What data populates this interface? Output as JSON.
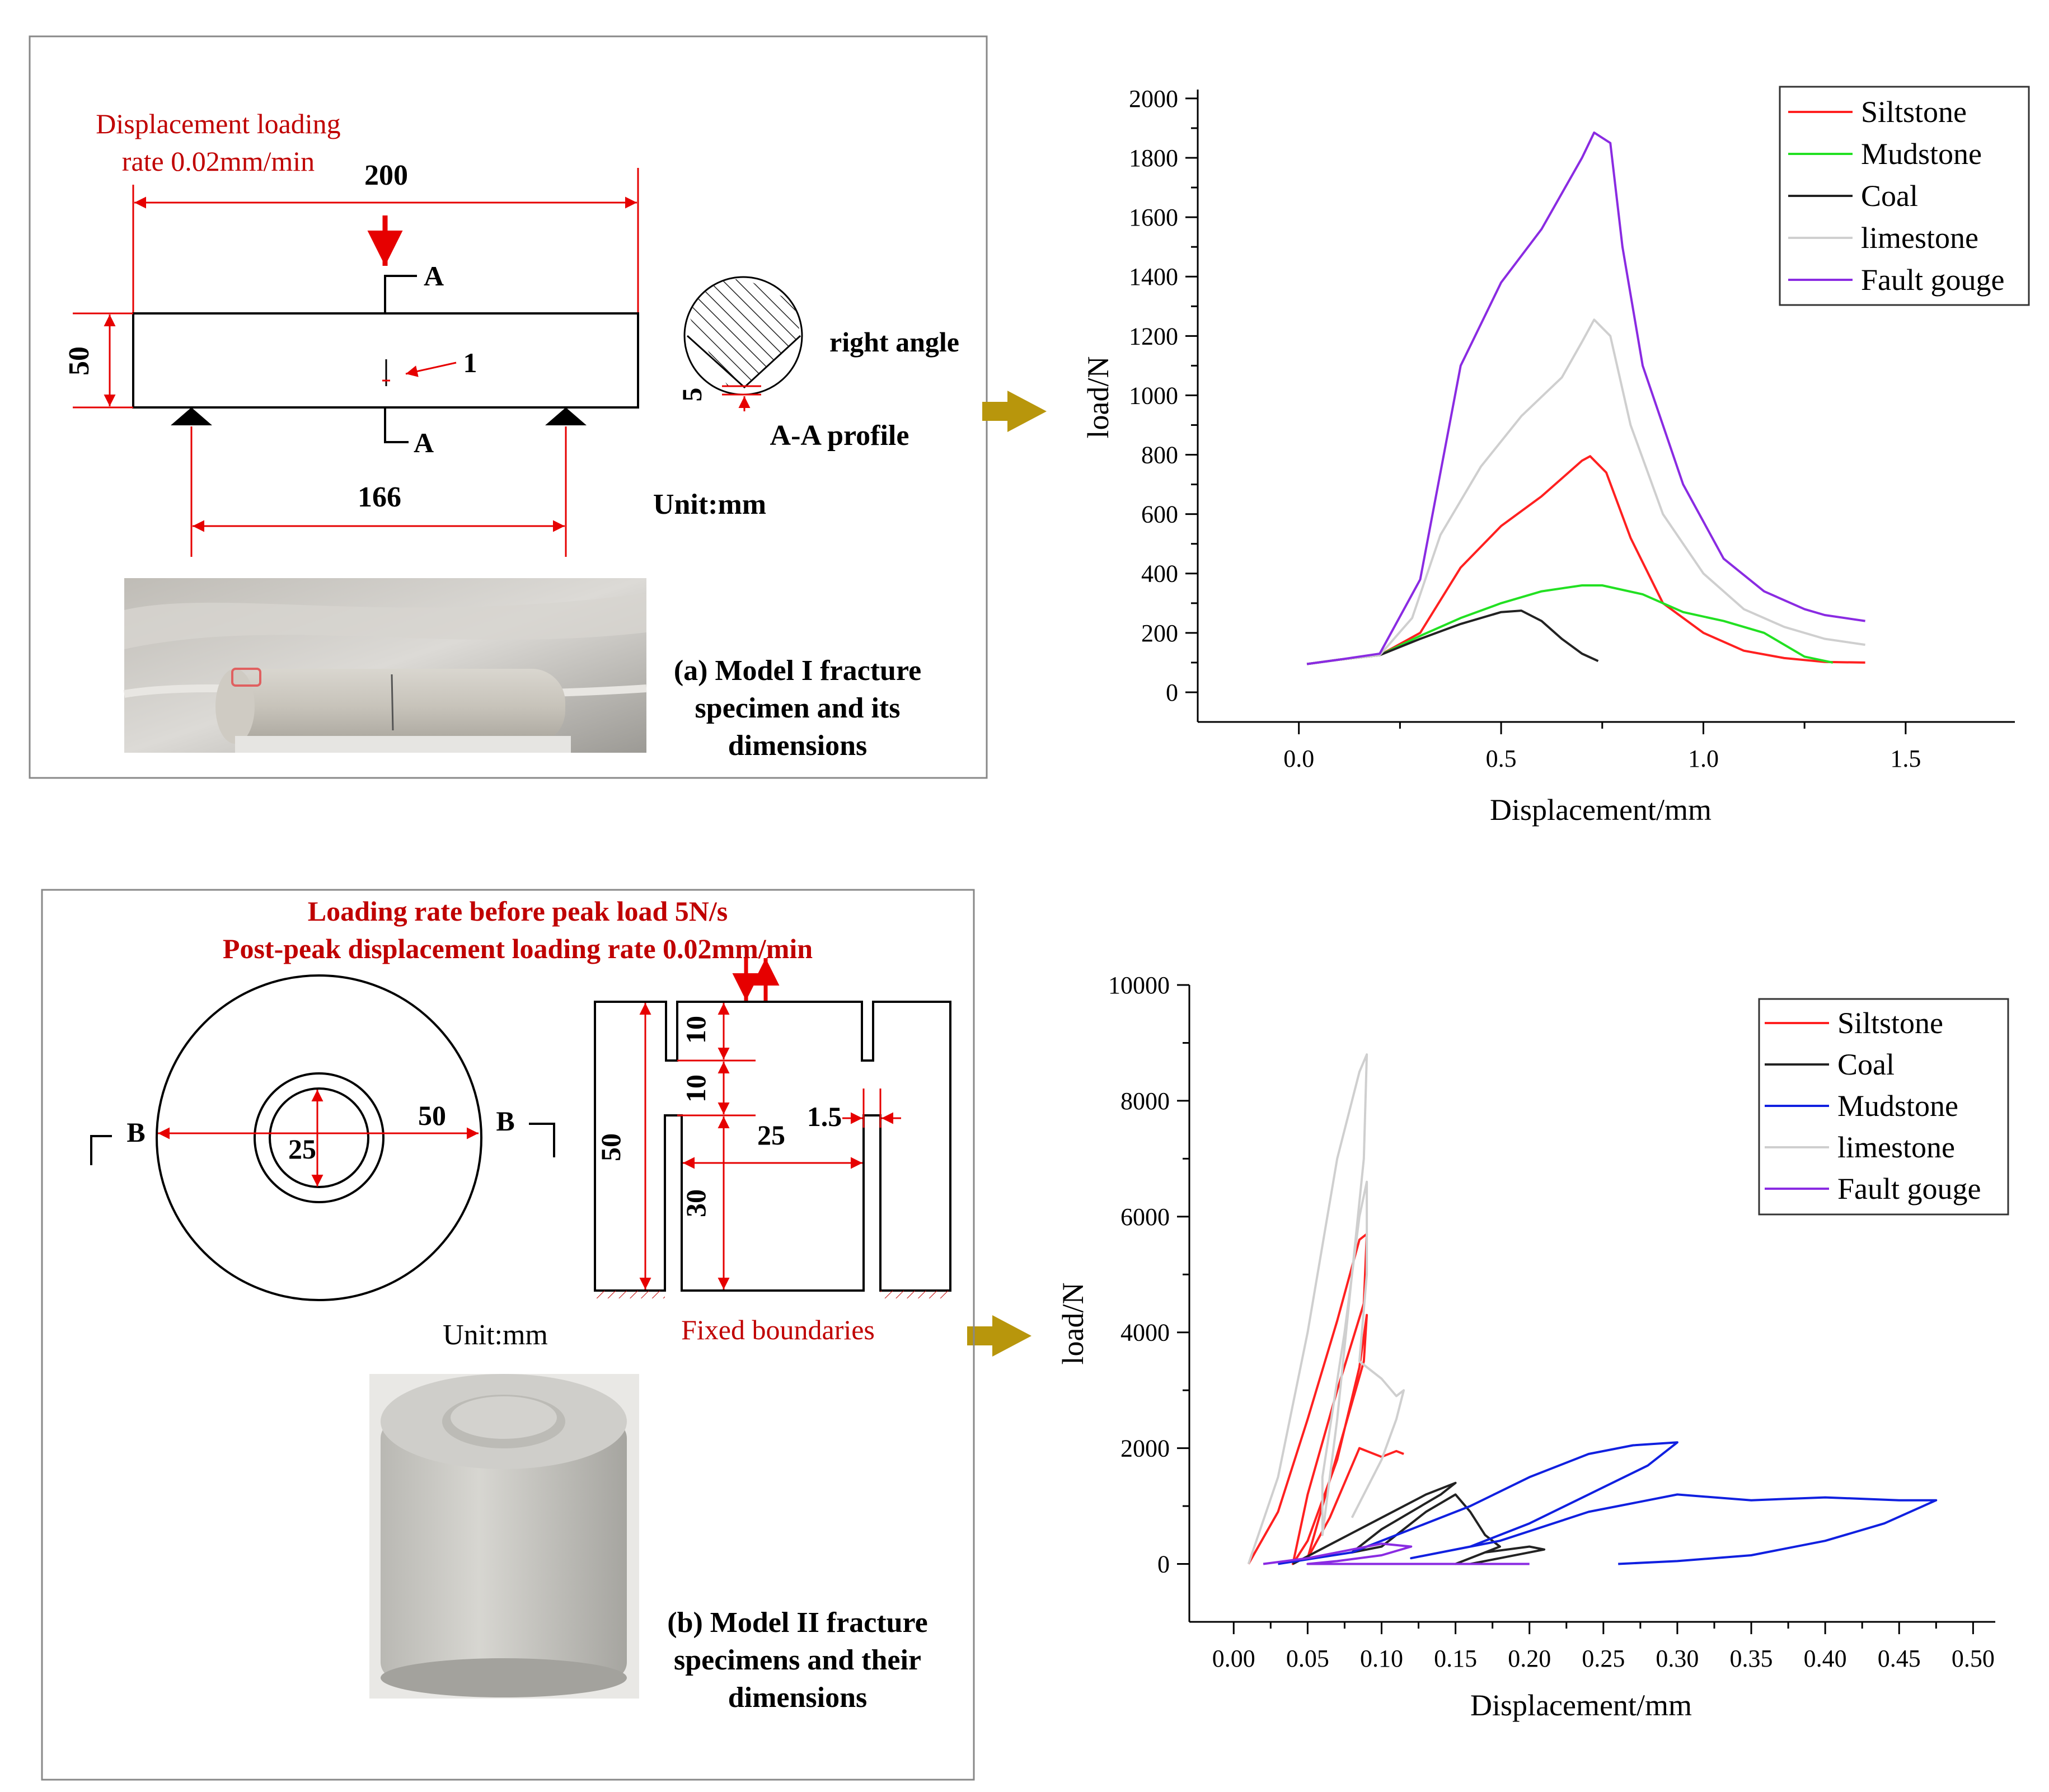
{
  "colors": {
    "dimension_red": "#e60000",
    "caption_red": "#c00000",
    "arrow_gold": "#b8960c",
    "siltstone": "#ff2020",
    "mudstone_a": "#22e022",
    "coal": "#222222",
    "limestone": "#cfcfcf",
    "fault_gouge": "#8a2be2",
    "mudstone_b": "#1020e0"
  },
  "panel_a": {
    "loading_label_line1": "Displacement loading",
    "loading_label_line2": "rate 0.02mm/min",
    "dim_length": "200",
    "dim_height": "50",
    "dim_span": "166",
    "notch_label": "1",
    "section_mark_top": "A",
    "section_mark_bottom": "A",
    "profile_right_angle": "right angle",
    "profile_notch_depth": "5",
    "profile_label": "A-A profile",
    "unit": "Unit:mm",
    "caption_line1": "(a) Model I fracture",
    "caption_line2": "specimen and its",
    "caption_line3": "dimensions",
    "photo_icon": "beam-specimen-photo"
  },
  "panel_b": {
    "loading_line1": "Loading rate before peak load 5N/s",
    "loading_line2": "Post-peak displacement loading rate 0.02mm/min",
    "section_mark_left": "B",
    "section_mark_right": "B",
    "dim_outer": "50",
    "dim_inner": "25",
    "dim_height": "50",
    "dim_top_notch": "10",
    "dim_ligament": "10",
    "dim_lower": "30",
    "dim_core": "25",
    "dim_gap": "1.5",
    "unit": "Unit:mm",
    "fixed_label": "Fixed boundaries",
    "caption_line1": "(b) Model II fracture",
    "caption_line2": "specimens and their",
    "caption_line3": "dimensions",
    "photo_icon": "cylinder-specimen-photo"
  },
  "chart_data": [
    {
      "type": "line",
      "xlabel": "Displacement/mm",
      "ylabel": "load/N",
      "xlim": [
        -0.25,
        1.77
      ],
      "ylim": [
        -100,
        2030
      ],
      "xticks": [
        "0.0",
        "0.5",
        "1.0",
        "1.5"
      ],
      "xtick_values": [
        0,
        0.5,
        1.0,
        1.5
      ],
      "yticks": [
        "0",
        "200",
        "400",
        "600",
        "800",
        "1000",
        "1200",
        "1400",
        "1600",
        "1800",
        "2000"
      ],
      "ytick_values": [
        0,
        200,
        400,
        600,
        800,
        1000,
        1200,
        1400,
        1600,
        1800,
        2000
      ],
      "grid": false,
      "legend_position": "top-right",
      "series": [
        {
          "name": "Siltstone",
          "color": "#ff2020",
          "points": [
            [
              0.02,
              95
            ],
            [
              0.1,
              110
            ],
            [
              0.2,
              125
            ],
            [
              0.3,
              200
            ],
            [
              0.4,
              420
            ],
            [
              0.5,
              560
            ],
            [
              0.6,
              660
            ],
            [
              0.7,
              780
            ],
            [
              0.72,
              795
            ],
            [
              0.76,
              740
            ],
            [
              0.82,
              520
            ],
            [
              0.9,
              300
            ],
            [
              1.0,
              200
            ],
            [
              1.1,
              140
            ],
            [
              1.2,
              115
            ],
            [
              1.3,
              102
            ],
            [
              1.4,
              100
            ]
          ]
        },
        {
          "name": "Mudstone",
          "color": "#22e022",
          "points": [
            [
              0.02,
              95
            ],
            [
              0.1,
              110
            ],
            [
              0.2,
              125
            ],
            [
              0.3,
              190
            ],
            [
              0.4,
              250
            ],
            [
              0.5,
              300
            ],
            [
              0.6,
              340
            ],
            [
              0.7,
              360
            ],
            [
              0.75,
              360
            ],
            [
              0.85,
              330
            ],
            [
              0.95,
              270
            ],
            [
              1.05,
              240
            ],
            [
              1.15,
              200
            ],
            [
              1.25,
              120
            ],
            [
              1.32,
              100
            ]
          ]
        },
        {
          "name": "Coal",
          "color": "#222222",
          "points": [
            [
              0.02,
              95
            ],
            [
              0.1,
              110
            ],
            [
              0.2,
              125
            ],
            [
              0.3,
              180
            ],
            [
              0.4,
              230
            ],
            [
              0.5,
              270
            ],
            [
              0.55,
              275
            ],
            [
              0.6,
              240
            ],
            [
              0.65,
              180
            ],
            [
              0.7,
              130
            ],
            [
              0.74,
              105
            ]
          ]
        },
        {
          "name": "limestone",
          "color": "#cfcfcf",
          "points": [
            [
              0.02,
              95
            ],
            [
              0.1,
              110
            ],
            [
              0.2,
              125
            ],
            [
              0.28,
              250
            ],
            [
              0.35,
              530
            ],
            [
              0.45,
              760
            ],
            [
              0.55,
              930
            ],
            [
              0.65,
              1060
            ],
            [
              0.7,
              1180
            ],
            [
              0.73,
              1255
            ],
            [
              0.77,
              1200
            ],
            [
              0.82,
              900
            ],
            [
              0.9,
              600
            ],
            [
              1.0,
              400
            ],
            [
              1.1,
              280
            ],
            [
              1.2,
              220
            ],
            [
              1.3,
              180
            ],
            [
              1.4,
              160
            ]
          ]
        },
        {
          "name": "Fault gouge",
          "color": "#8a2be2",
          "points": [
            [
              0.02,
              95
            ],
            [
              0.1,
              110
            ],
            [
              0.2,
              130
            ],
            [
              0.3,
              380
            ],
            [
              0.4,
              1100
            ],
            [
              0.5,
              1380
            ],
            [
              0.6,
              1560
            ],
            [
              0.7,
              1800
            ],
            [
              0.73,
              1885
            ],
            [
              0.77,
              1850
            ],
            [
              0.8,
              1500
            ],
            [
              0.85,
              1100
            ],
            [
              0.95,
              700
            ],
            [
              1.05,
              450
            ],
            [
              1.15,
              340
            ],
            [
              1.25,
              280
            ],
            [
              1.3,
              260
            ],
            [
              1.4,
              240
            ]
          ]
        }
      ]
    },
    {
      "type": "line",
      "xlabel": "Displacement/mm",
      "ylabel": "load/N",
      "xlim": [
        -0.03,
        0.515
      ],
      "ylim": [
        -1000,
        10000
      ],
      "xticks": [
        "0.00",
        "0.05",
        "0.10",
        "0.15",
        "0.20",
        "0.25",
        "0.30",
        "0.35",
        "0.40",
        "0.45",
        "0.50"
      ],
      "xtick_values": [
        0,
        0.05,
        0.1,
        0.15,
        0.2,
        0.25,
        0.3,
        0.35,
        0.4,
        0.45,
        0.5
      ],
      "yticks": [
        "0",
        "2000",
        "4000",
        "6000",
        "8000",
        "10000"
      ],
      "ytick_values": [
        0,
        2000,
        4000,
        6000,
        8000,
        10000
      ],
      "grid": false,
      "legend_position": "top-right",
      "series": [
        {
          "name": "Siltstone",
          "color": "#ff2020",
          "points": [
            [
              0.01,
              0
            ],
            [
              0.03,
              900
            ],
            [
              0.05,
              2500
            ],
            [
              0.07,
              4200
            ],
            [
              0.085,
              5600
            ],
            [
              0.09,
              5700
            ],
            [
              0.088,
              4500
            ],
            [
              0.07,
              3000
            ],
            [
              0.05,
              1200
            ],
            [
              0.04,
              0
            ],
            [
              0.05,
              400
            ],
            [
              0.07,
              1800
            ],
            [
              0.085,
              3400
            ],
            [
              0.09,
              4300
            ],
            [
              0.088,
              3500
            ],
            [
              0.06,
              1000
            ],
            [
              0.05,
              100
            ],
            [
              0.065,
              800
            ],
            [
              0.085,
              2000
            ],
            [
              0.1,
              1850
            ],
            [
              0.11,
              1950
            ],
            [
              0.115,
              1900
            ]
          ]
        },
        {
          "name": "Coal",
          "color": "#222222",
          "points": [
            [
              0.04,
              0
            ],
            [
              0.07,
              400
            ],
            [
              0.1,
              800
            ],
            [
              0.13,
              1200
            ],
            [
              0.15,
              1400
            ],
            [
              0.14,
              1200
            ],
            [
              0.1,
              600
            ],
            [
              0.08,
              200
            ],
            [
              0.1,
              300
            ],
            [
              0.13,
              900
            ],
            [
              0.15,
              1200
            ],
            [
              0.16,
              900
            ],
            [
              0.17,
              500
            ],
            [
              0.18,
              300
            ],
            [
              0.15,
              0
            ],
            [
              0.17,
              200
            ],
            [
              0.2,
              300
            ],
            [
              0.21,
              250
            ],
            [
              0.18,
              100
            ],
            [
              0.16,
              0
            ]
          ]
        },
        {
          "name": "Mudstone",
          "color": "#1020e0",
          "points": [
            [
              0.03,
              0
            ],
            [
              0.08,
              200
            ],
            [
              0.12,
              600
            ],
            [
              0.16,
              1000
            ],
            [
              0.2,
              1500
            ],
            [
              0.24,
              1900
            ],
            [
              0.27,
              2050
            ],
            [
              0.3,
              2100
            ],
            [
              0.28,
              1700
            ],
            [
              0.24,
              1200
            ],
            [
              0.2,
              700
            ],
            [
              0.16,
              300
            ],
            [
              0.12,
              100
            ],
            [
              0.18,
              400
            ],
            [
              0.24,
              900
            ],
            [
              0.3,
              1200
            ],
            [
              0.35,
              1100
            ],
            [
              0.4,
              1150
            ],
            [
              0.45,
              1100
            ],
            [
              0.475,
              1100
            ],
            [
              0.44,
              700
            ],
            [
              0.4,
              400
            ],
            [
              0.35,
              150
            ],
            [
              0.3,
              50
            ],
            [
              0.26,
              0
            ]
          ]
        },
        {
          "name": "limestone",
          "color": "#cfcfcf",
          "points": [
            [
              0.01,
              0
            ],
            [
              0.03,
              1500
            ],
            [
              0.05,
              4000
            ],
            [
              0.07,
              7000
            ],
            [
              0.085,
              8500
            ],
            [
              0.09,
              8800
            ],
            [
              0.088,
              7000
            ],
            [
              0.08,
              5000
            ],
            [
              0.07,
              2500
            ],
            [
              0.06,
              500
            ],
            [
              0.06,
              1500
            ],
            [
              0.075,
              4000
            ],
            [
              0.085,
              6000
            ],
            [
              0.09,
              6600
            ],
            [
              0.09,
              5000
            ],
            [
              0.085,
              3500
            ],
            [
              0.1,
              3200
            ],
            [
              0.11,
              2900
            ],
            [
              0.115,
              3000
            ],
            [
              0.11,
              2500
            ],
            [
              0.1,
              1800
            ],
            [
              0.08,
              800
            ]
          ]
        },
        {
          "name": "Fault gouge",
          "color": "#8a2be2",
          "points": [
            [
              0.02,
              0
            ],
            [
              0.05,
              100
            ],
            [
              0.08,
              250
            ],
            [
              0.1,
              350
            ],
            [
              0.12,
              300
            ],
            [
              0.1,
              150
            ],
            [
              0.07,
              50
            ],
            [
              0.05,
              0
            ],
            [
              0.1,
              0
            ],
            [
              0.15,
              0
            ],
            [
              0.2,
              0
            ]
          ]
        }
      ]
    }
  ]
}
